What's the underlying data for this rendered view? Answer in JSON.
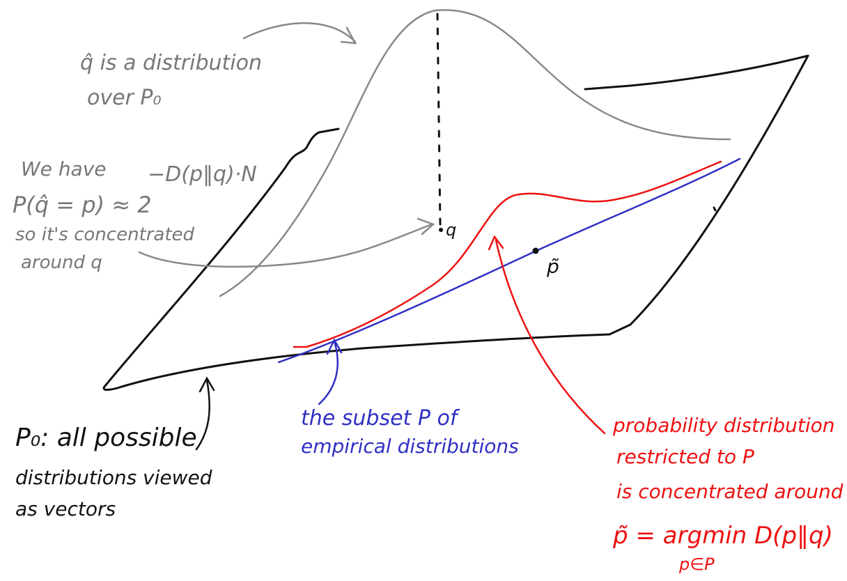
{
  "colors": {
    "ink": "#111111",
    "gray_note": "#777777",
    "blue_subset": "#2f2fc4",
    "red_restricted": "#ee1111"
  },
  "annotations": {
    "qhat_note": {
      "line1": "q̂ is a distribution",
      "line2": "over P₀"
    },
    "concentration_note": {
      "line1": "We have",
      "exponent": "−D(p‖q)·N",
      "line2": "P(q̂ = p) ≈ 2",
      "line3": "so it's concentrated",
      "line4": "around q"
    },
    "p0_note": {
      "line1": "P₀: all possible",
      "line2": "distributions viewed",
      "line3": "as vectors"
    },
    "subset_note": {
      "line1": "the subset P of",
      "line2": "empirical distributions"
    },
    "restricted_note": {
      "line1": "probability distribution",
      "line2": "restricted to P",
      "line3": "is concentrated around",
      "line4": "p̃ = argmin D(p‖q)",
      "line5": "p∈P"
    }
  },
  "points": {
    "q_label": "q",
    "p_tilde_label": "p̃"
  }
}
